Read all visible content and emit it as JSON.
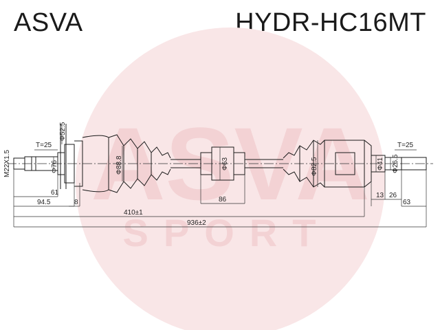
{
  "header": {
    "brand": "ASVA",
    "part_number": "HYDR-HC16MT"
  },
  "watermark": {
    "logo_text": "ASVA",
    "sub_text": "SPORT",
    "color": "#e8a7ad"
  },
  "drawing": {
    "line_color": "#1a1a1a",
    "dimensions": {
      "thread": "M22X1.5",
      "left_spline": "T=25",
      "right_spline": "T=25",
      "left_shaft_dia": "Φ76",
      "left_flange_dia": "Φ52.5",
      "left_boot_dia": "Φ88.8",
      "damper_dia": "Φ63",
      "right_boot_dia": "Φ82.5",
      "right_cup_dia": "Φ41",
      "right_shaft_dia": "Φ26.5",
      "left_len_61": "61",
      "left_len_94_5": "94.5",
      "left_len_8": "8",
      "damper_len": "86",
      "right_len_13": "13",
      "right_len_26": "26",
      "right_len_63": "63",
      "half_len": "410±1",
      "total_len": "936±2"
    }
  }
}
